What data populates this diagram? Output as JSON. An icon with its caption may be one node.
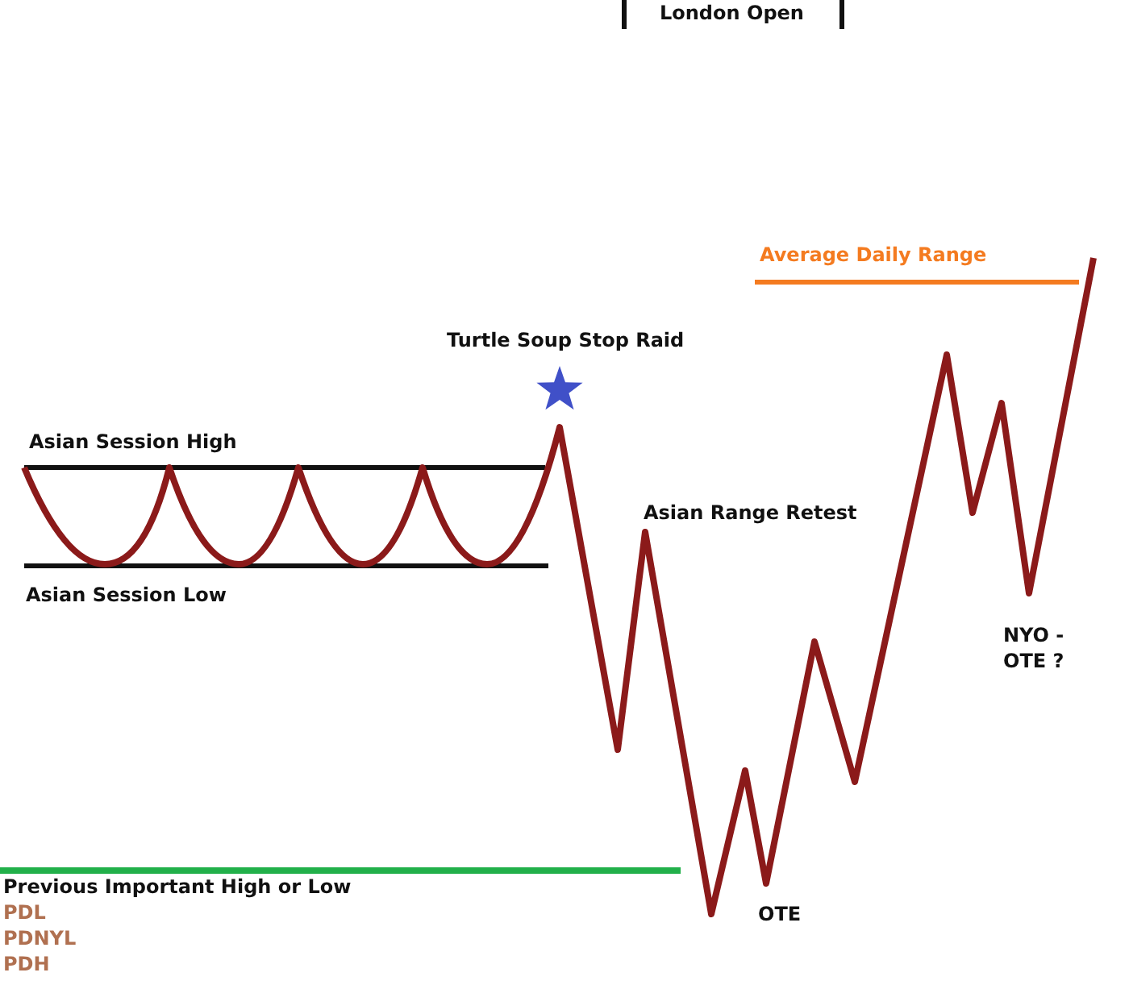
{
  "diagram": {
    "labels": [
      "London Open",
      "Average Daily Range",
      "Turtle Soup Stop Raid",
      "Asian Session High",
      "Asian Range Retest",
      "Asian Session Low",
      "NYO - OTE ?",
      "Previous Important High or Low",
      "PDL",
      "OTE",
      "PDNYL",
      "PDH"
    ]
  }
}
